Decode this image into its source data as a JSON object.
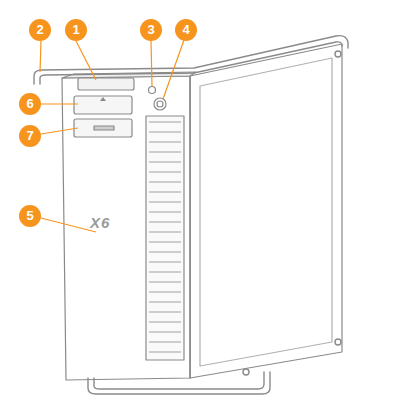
{
  "diagram": {
    "labels": [
      "1",
      "2",
      "3",
      "4",
      "5",
      "6",
      "7",
      "X6"
    ]
  }
}
